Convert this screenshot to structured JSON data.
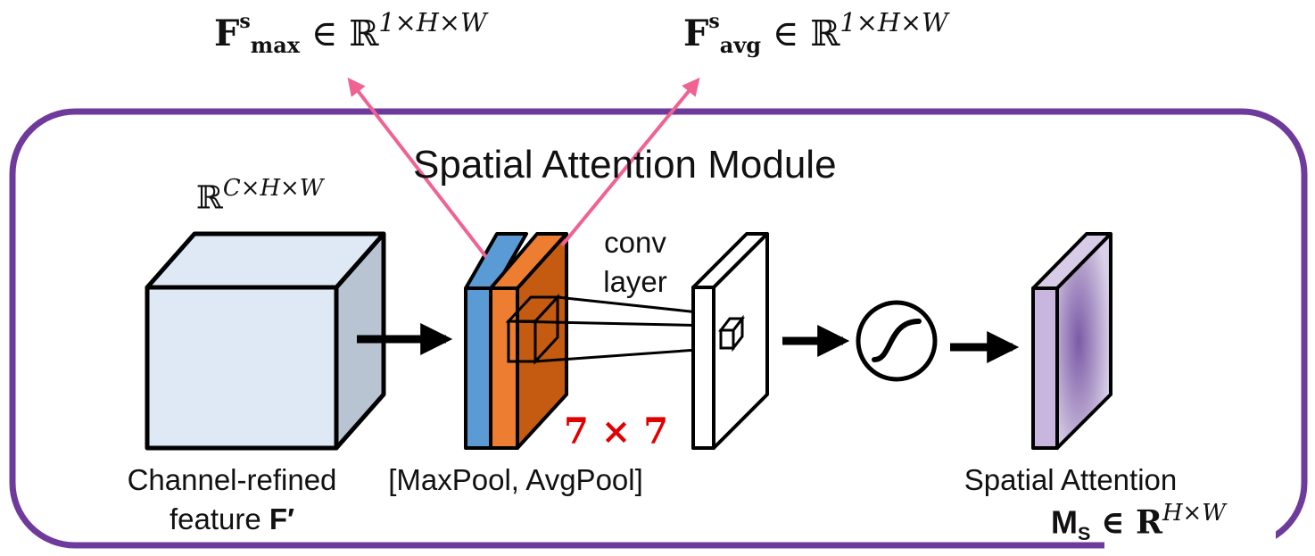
{
  "title": "Spatial Attention Module",
  "top_labels": {
    "max": {
      "symbol": "F",
      "superscript": "s",
      "subscript": "max",
      "set": "∈ ℝ",
      "dims": "1×H×W"
    },
    "avg": {
      "symbol": "F",
      "superscript": "s",
      "subscript": "avg",
      "set": "∈ ℝ",
      "dims": "1×H×W"
    }
  },
  "input": {
    "dims_prefix": "ℝ",
    "dims": "C×H×W",
    "caption_line1": "Channel-refined",
    "caption_line2_text": "feature ",
    "caption_line2_symbol": "F′"
  },
  "pool": {
    "caption": "[MaxPool, AvgPool]"
  },
  "conv": {
    "line1": "conv",
    "line2": "layer",
    "kernel": "7 × 7"
  },
  "output": {
    "caption": "Spatial Attention",
    "symbol": "M",
    "subscript": "S",
    "set": "∈ R",
    "dims": "H×W"
  },
  "colors": {
    "frame": "#6e3a9c",
    "cube_front": "#dfe9f5",
    "cube_side": "#b8c4d2",
    "max_map": "#5b9bd5",
    "avg_map": "#ed7d31",
    "avg_side": "#c55a11",
    "pink_arrow": "#f06292",
    "kernel_text": "#e00000",
    "attn_map": "#c9b6df"
  }
}
